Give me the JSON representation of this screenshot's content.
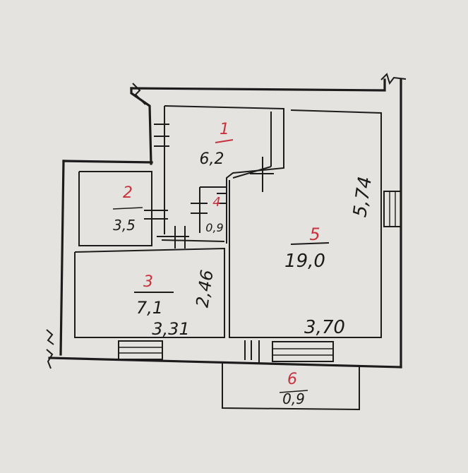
{
  "colors": {
    "paper": "#e4e3e0",
    "ink": "#1c1c1c",
    "room_number": "#c8323c"
  },
  "rooms": [
    {
      "number": "1",
      "area": "6,2"
    },
    {
      "number": "2",
      "area": "3,5"
    },
    {
      "number": "3",
      "area": "7,1"
    },
    {
      "number": "4",
      "area": "0,9"
    },
    {
      "number": "5",
      "area": "19,0"
    },
    {
      "number": "6",
      "area": "0,9"
    }
  ],
  "dimensions": {
    "room3_width": "3,31",
    "room3_depth": "2,46",
    "room5_width": "3,70",
    "room5_depth": "5,74"
  }
}
